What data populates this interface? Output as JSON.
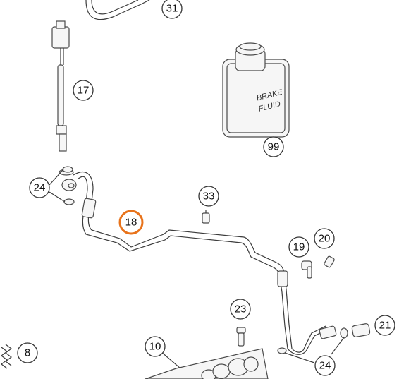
{
  "callouts": {
    "c31": "31",
    "c17": "17",
    "c99": "99",
    "c24a": "24",
    "c33": "33",
    "c18": "18",
    "c19": "19",
    "c20": "20",
    "c23": "23",
    "c21": "21",
    "c8": "8",
    "c10": "10",
    "c24b": "24"
  },
  "highlighted_callout": "18",
  "highlight_color": "#e8731b",
  "bottle_label": {
    "line1": "BRAKE",
    "line2": "FLUID"
  }
}
